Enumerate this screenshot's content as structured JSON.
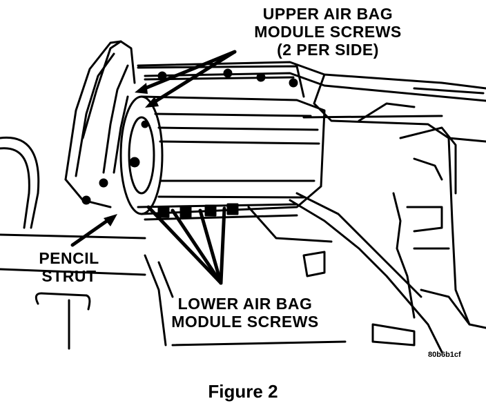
{
  "labels": {
    "upper_line1": "UPPER AIR BAG",
    "upper_line2": "MODULE SCREWS",
    "upper_line3": "(2 PER SIDE)",
    "pencil_line1": "PENCIL",
    "pencil_line2": "STRUT",
    "lower_line1": "LOWER AIR BAG",
    "lower_line2": "MODULE SCREWS",
    "image_code": "80b6b1cf"
  },
  "caption": "Figure 2",
  "colors": {
    "ink": "#000000",
    "paper": "#ffffff"
  }
}
